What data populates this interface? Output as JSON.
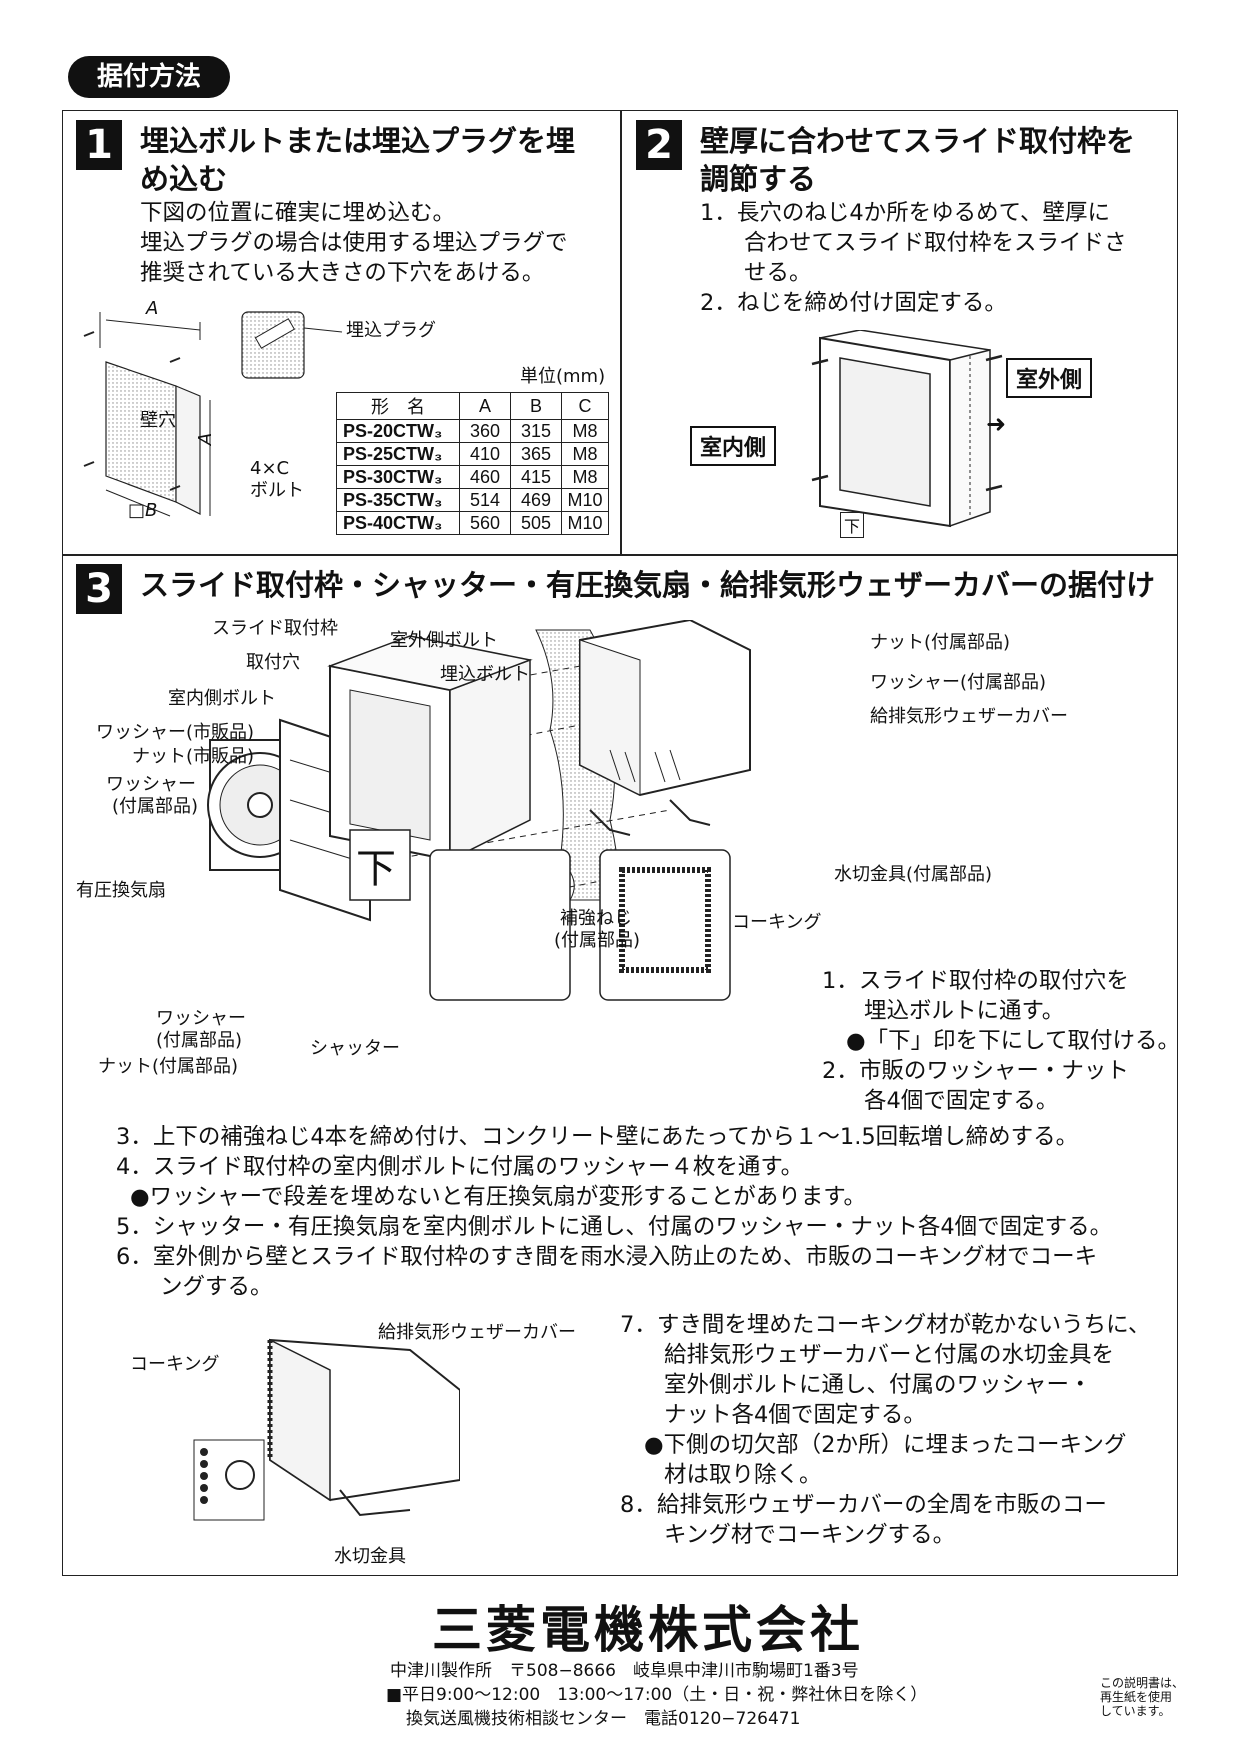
{
  "header": {
    "title": "据付方法"
  },
  "step1": {
    "number": "1",
    "title_line1": "埋込ボルトまたは埋込プラグを埋",
    "title_line2": "め込む",
    "body_line1": "下図の位置に確実に埋め込む。",
    "body_line2": "埋込プラグの場合は使用する埋込プラグで",
    "body_line3": "推奨されている大きさの下穴をあける。",
    "labels": {
      "dim_a_top": "A",
      "dim_a_side": "A",
      "dim_b": "□B",
      "hole": "壁穴",
      "plug": "埋込プラグ",
      "bolt_line1": "4×C",
      "bolt_line2": "ボルト"
    },
    "table": {
      "unit": "単位(mm)",
      "headers": [
        "形　名",
        "A",
        "B",
        "C"
      ],
      "rows": [
        [
          "PS-20CTW₃",
          "360",
          "315",
          "M8"
        ],
        [
          "PS-25CTW₃",
          "410",
          "365",
          "M8"
        ],
        [
          "PS-30CTW₃",
          "460",
          "415",
          "M8"
        ],
        [
          "PS-35CTW₃",
          "514",
          "469",
          "M10"
        ],
        [
          "PS-40CTW₃",
          "560",
          "505",
          "M10"
        ]
      ]
    }
  },
  "step2": {
    "number": "2",
    "title_line1": "壁厚に合わせてスライド取付枠を",
    "title_line2": "調節する",
    "item1_line1": "1．長穴のねじ4か所をゆるめて、壁厚に",
    "item1_line2": "合わせてスライド取付枠をスライドさ",
    "item1_line3": "せる。",
    "item2": "2．ねじを締め付け固定する。",
    "label_outdoor": "室外側",
    "label_indoor": "室内側",
    "label_down": "下"
  },
  "step3": {
    "number": "3",
    "title": "スライド取付枠・シャッター・有圧換気扇・給排気形ウェザーカバーの据付け",
    "labels": {
      "slide_frame": "スライド取付枠",
      "mount_hole": "取付穴",
      "outdoor_bolt": "室外側ボルト",
      "embed_bolt": "埋込ボルト",
      "indoor_bolt": "室内側ボルト",
      "washer_market": "ワッシャー(市販品)",
      "nut_market": "ナット(市販品)",
      "washer_acc_line1": "ワッシャー",
      "washer_acc_line2": "(付属部品)",
      "fan": "有圧換気扇",
      "washer_acc2_line1": "ワッシャー",
      "washer_acc2_line2": "(付属部品)",
      "nut_acc": "ナット(付属部品)",
      "shutter": "シャッター",
      "down": "下",
      "reinforce_line1": "補強ねじ",
      "reinforce_line2": "(付属部品)",
      "caulking": "コーキング",
      "nut_acc_r": "ナット(付属部品)",
      "washer_acc_r": "ワッシャー(付属部品)",
      "weather_cover": "給排気形ウェザーカバー",
      "drip_plate": "水切金具(付属部品)"
    },
    "side_items": {
      "i1_line1": "1．スライド取付枠の取付穴を",
      "i1_line2": "埋込ボルトに通す。",
      "i1_note": "●「下」印を下にして取付ける。",
      "i2_line1": "2．市販のワッシャー・ナット",
      "i2_line2": "各4個で固定する。"
    },
    "steps": {
      "s3": "3．上下の補強ねじ4本を締め付け、コンクリート壁にあたってから１～1.5回転増し締めする。",
      "s4": "4．スライド取付枠の室内側ボルトに付属のワッシャー４枚を通す。",
      "s4_note": "●ワッシャーで段差を埋めないと有圧換気扇が変形することがあります。",
      "s5": "5．シャッター・有圧換気扇を室内側ボルトに通し、付属のワッシャー・ナット各4個で固定する。",
      "s6_line1": "6．室外側から壁とスライド取付枠のすき間を雨水浸入防止のため、市販のコーキング材でコーキ",
      "s6_line2": "ングする。",
      "s7_line1": "7．すき間を埋めたコーキング材が乾かないうちに、",
      "s7_line2": "給排気形ウェザーカバーと付属の水切金具を",
      "s7_line3": "室外側ボルトに通し、付属のワッシャー・",
      "s7_line4": "ナット各4個で固定する。",
      "s7_note_line1": "●下側の切欠部（2か所）に埋まったコーキング",
      "s7_note_line2": "材は取り除く。",
      "s8_line1": "8．給排気形ウェザーカバーの全周を市販のコー",
      "s8_line2": "キング材でコーキングする。"
    },
    "bottom_labels": {
      "weather_cover": "給排気形ウェザーカバー",
      "caulking": "コーキング",
      "drip": "水切金具"
    }
  },
  "footer": {
    "company": "三菱電機株式会社",
    "line1": "中津川製作所　〒508−8666　岐阜県中津川市駒場町1番3号",
    "line2": "■平日9:00～12:00　13:00～17:00（土・日・祝・弊社休日を除く）",
    "line3": "換気送風機技術相談センター　電話0120−726471",
    "recycled_line1": "この説明書は、",
    "recycled_line2": "再生紙を使用",
    "recycled_line3": "しています。"
  }
}
